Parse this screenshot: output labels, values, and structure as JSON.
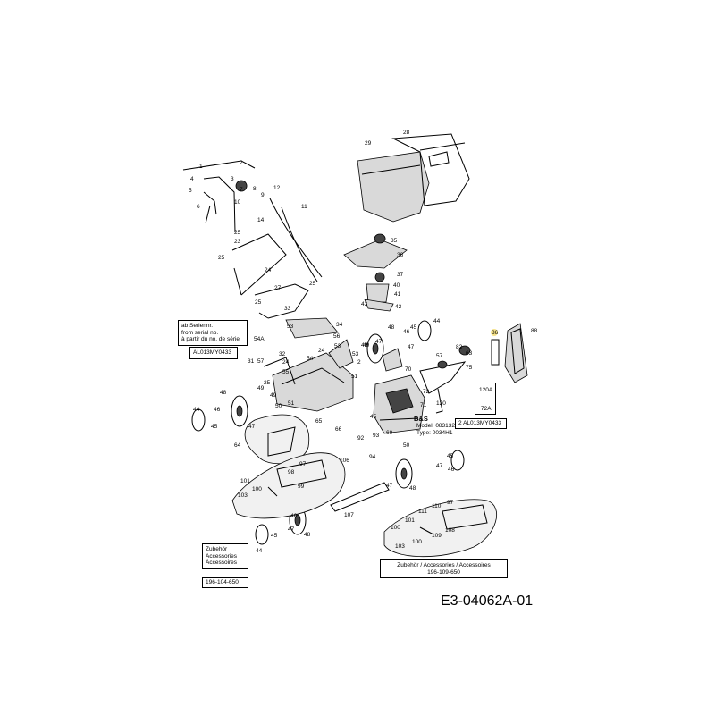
{
  "diagram_code": "E3-04062A-01",
  "serial_box": {
    "lines": [
      "ab Seriennr.",
      "from serial no.",
      "à partir du no. de série"
    ],
    "serial": "AL013MY0433",
    "callout": "54A"
  },
  "engine": {
    "brand": "B&S",
    "model": "Model: 083132",
    "type": "Type: 0034H1"
  },
  "side_serial": "AL013MY0433",
  "side_serial_prefix": "2",
  "belt_box": {
    "top": "120A",
    "bottom": "72A"
  },
  "accessory_left": {
    "lines": [
      "Zubehör",
      "Accessories",
      "Accessoires"
    ],
    "part_no": "196-104-650"
  },
  "accessory_right": {
    "title": "Zubehör / Accessories / Accessoires",
    "part_no": "196-109-650"
  },
  "highlight_part": "86",
  "part_numbers": [
    "1",
    "2",
    "3",
    "4",
    "5",
    "6",
    "7",
    "8",
    "9",
    "10",
    "11",
    "12",
    "14",
    "23",
    "24",
    "25",
    "27",
    "28",
    "29",
    "32",
    "33",
    "34",
    "35",
    "36",
    "37",
    "40",
    "41",
    "42",
    "43",
    "44",
    "45",
    "46",
    "47",
    "48",
    "49",
    "50",
    "51",
    "53",
    "54",
    "55",
    "56",
    "57",
    "63",
    "64",
    "65",
    "66",
    "69",
    "70",
    "71",
    "72",
    "75",
    "82",
    "86",
    "88",
    "92",
    "93",
    "94",
    "97",
    "98",
    "99",
    "100",
    "101",
    "103",
    "106",
    "107",
    "108",
    "109",
    "110",
    "111",
    "120"
  ]
}
